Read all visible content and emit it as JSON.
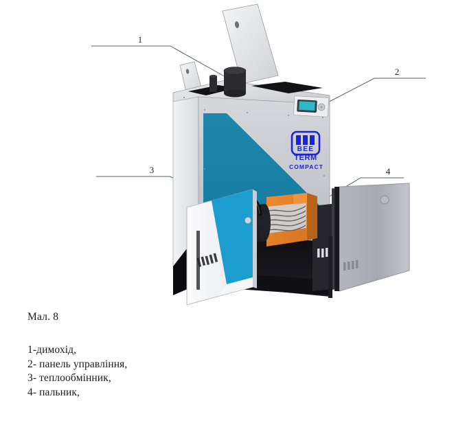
{
  "figure": {
    "label": "Мал. 8",
    "product_logo": {
      "line1": "BEE",
      "line2": "TERM",
      "line3": "COMPACT",
      "color": "#1a23d6"
    },
    "colors": {
      "body_grey": "#c8cace",
      "body_light": "#e3e5e8",
      "panel_blue": "#1a7fa8",
      "door_blue": "#1b9dd0",
      "burner_orange": "#e8812a",
      "interior_black": "#15151a",
      "flue_black": "#2a2a2e",
      "display_teal": "#2fb8c8",
      "leader_line": "#555a60"
    },
    "callouts": [
      {
        "id": "1",
        "number": "1",
        "target": "chimney-flue"
      },
      {
        "id": "2",
        "number": "2",
        "target": "control-panel"
      },
      {
        "id": "3",
        "number": "3",
        "target": "heat-exchanger"
      },
      {
        "id": "4",
        "number": "4",
        "target": "burner"
      }
    ]
  },
  "legend": {
    "items": [
      "1-димохід,",
      "2- панель управління,",
      "3- теплообмінник,",
      "4- пальник,"
    ]
  }
}
